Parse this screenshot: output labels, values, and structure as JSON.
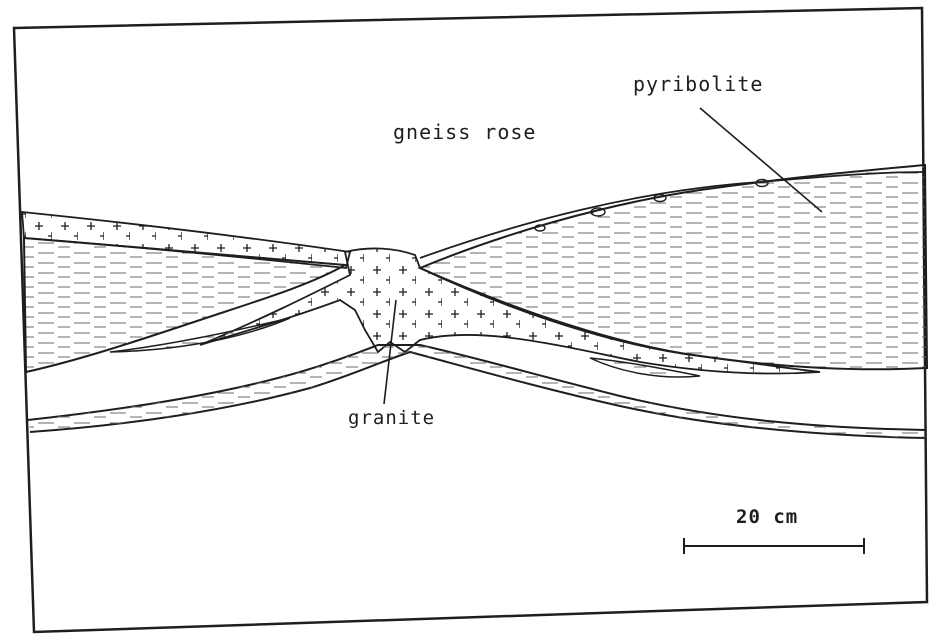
{
  "figure": {
    "labels": {
      "gneiss": "gneiss rose",
      "pyribolite": "pyribolite",
      "granite": "granite"
    },
    "scale_bar": {
      "text": "20 cm"
    }
  },
  "colors": {
    "ink": "#1e1e1e",
    "paper": "#ffffff",
    "hatch": "#6a6a6a"
  }
}
